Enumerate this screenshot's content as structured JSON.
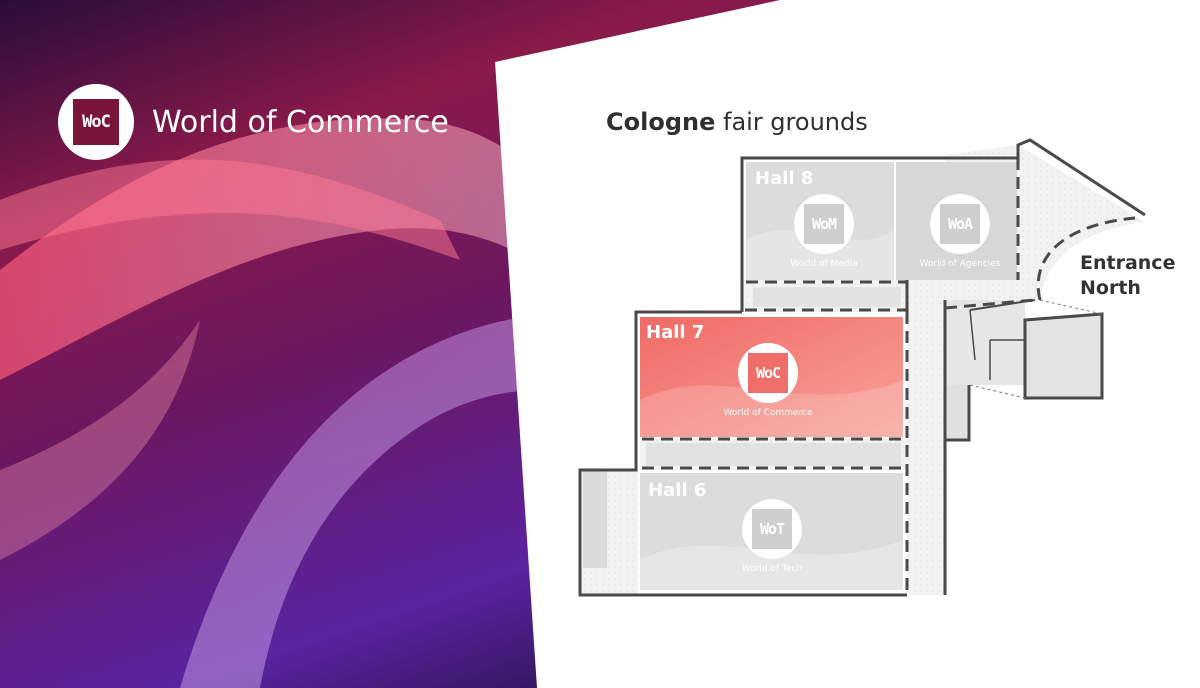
{
  "brand": {
    "logo_text": "WoC",
    "name": "World of Commerce"
  },
  "map": {
    "title_bold": "Cologne",
    "title_rest": " fair grounds",
    "entrance_line1": "Entrance",
    "entrance_line2": "North",
    "halls": [
      {
        "label": "Hall 8",
        "zones": [
          {
            "logo": "WoM",
            "caption": "World of Media"
          },
          {
            "logo": "WoA",
            "caption": "World of Agencies"
          }
        ]
      },
      {
        "label": "Hall 7",
        "highlighted": true,
        "zones": [
          {
            "logo": "WoC",
            "caption": "World of Commerce"
          }
        ]
      },
      {
        "label": "Hall 6",
        "zones": [
          {
            "logo": "WoT",
            "caption": "World of Tech"
          }
        ]
      }
    ]
  },
  "colors": {
    "highlight": "#f27773",
    "hall": "#dcdcdc",
    "wall": "#4a4a4a",
    "brand_dark": "#7a1438"
  }
}
